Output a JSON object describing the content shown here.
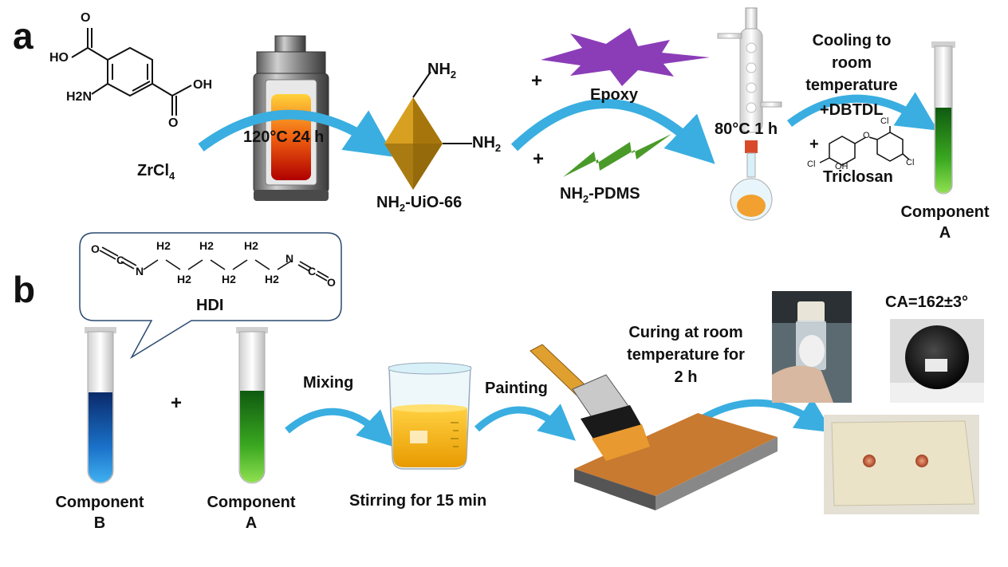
{
  "panels": {
    "a": "a",
    "b": "b"
  },
  "a": {
    "linker_groups": {
      "oxygen": "O",
      "hydroxyl": "HO",
      "hydroxyl_right": "OH",
      "amine": "H2N"
    },
    "zrcl4": {
      "base": "ZrCl",
      "sub": "4"
    },
    "autoclave_condition": "120°C 24 h",
    "uio66": {
      "nh2": "NH",
      "sub2": "2",
      "label_prefix": "NH",
      "label_sub": "2",
      "label_suffix": "-UiO-66"
    },
    "plus": "+",
    "epoxy": "Epoxy",
    "pdms": {
      "prefix": "NH",
      "sub": "2",
      "suffix": "-PDMS"
    },
    "reflux_condition": "80°C 1 h",
    "cooling": [
      "Cooling to",
      "room",
      "temperature"
    ],
    "dbtdl": "+DBTDL",
    "triclosan": "Triclosan",
    "triclosan_atoms": {
      "cl": "Cl",
      "oh": "OH",
      "o": "O"
    },
    "component_a": [
      "Component",
      "A"
    ]
  },
  "b": {
    "hdi_label": "HDI",
    "hdi_atoms": {
      "o": "O",
      "c": "C",
      "n": "N",
      "h2": "H2"
    },
    "component_b": [
      "Component",
      "B"
    ],
    "plus": "+",
    "component_a": [
      "Component",
      "A"
    ],
    "mixing": "Mixing",
    "stirring": "Stirring for 15 min",
    "painting": "Painting",
    "curing": [
      "Curing at room",
      "temperature for",
      "2 h"
    ],
    "contact_angle": "CA=162±3°"
  },
  "colors": {
    "arrow_blue": "#3aaee0",
    "tube_green": "#3ab11a",
    "tube_blue": "#1b6fc4",
    "mof_gold": "#d8a020",
    "epoxy_purple": "#8b3db8",
    "pdms_green": "#4a9a2a",
    "beaker_yellow": "#f2b418",
    "brush_orange": "#e08a1c"
  }
}
